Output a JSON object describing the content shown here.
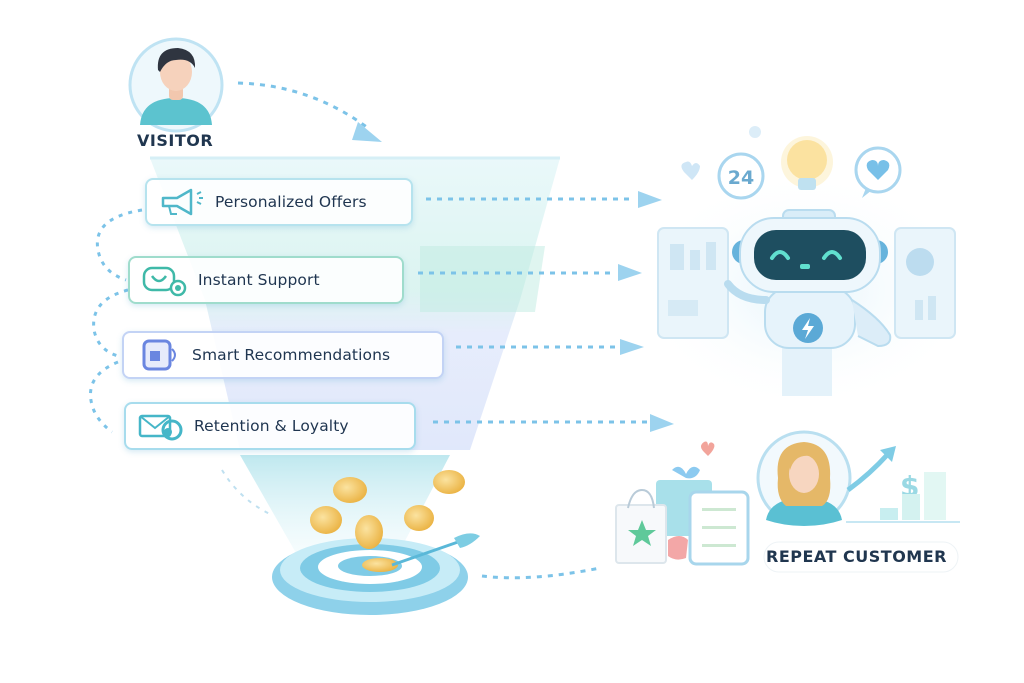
{
  "diagram": {
    "start_node": {
      "label": "VISITOR",
      "icon": "visitor-avatar"
    },
    "stages": [
      {
        "label": "Personalized Offers",
        "icon": "megaphone-icon",
        "tone": "#4fb7c9"
      },
      {
        "label": "Instant Support",
        "icon": "chat-support-icon",
        "tone": "#3fb9a8"
      },
      {
        "label": "Smart Recommendations",
        "icon": "recommendation-card-icon",
        "tone": "#6a86e0"
      },
      {
        "label": "Retention & Loyalty",
        "icon": "email-refresh-icon",
        "tone": "#45b6c8"
      }
    ],
    "assistant": {
      "icon": "ai-robot",
      "badges": [
        {
          "name": "24-7-badge",
          "text": "24"
        },
        {
          "name": "lightbulb-icon",
          "text": ""
        },
        {
          "name": "heart-chat-icon",
          "text": ""
        }
      ]
    },
    "outcome": {
      "icon": "target-with-coins"
    },
    "end_node": {
      "label": "REPEAT CUSTOMER",
      "icon": "customer-avatar"
    },
    "colors": {
      "arrow": "#7cc3e8",
      "text_dark": "#1f3550",
      "funnel_top": "#cdeff0",
      "funnel_bottom": "#dfe6fb",
      "coin": "#f4c453"
    }
  }
}
